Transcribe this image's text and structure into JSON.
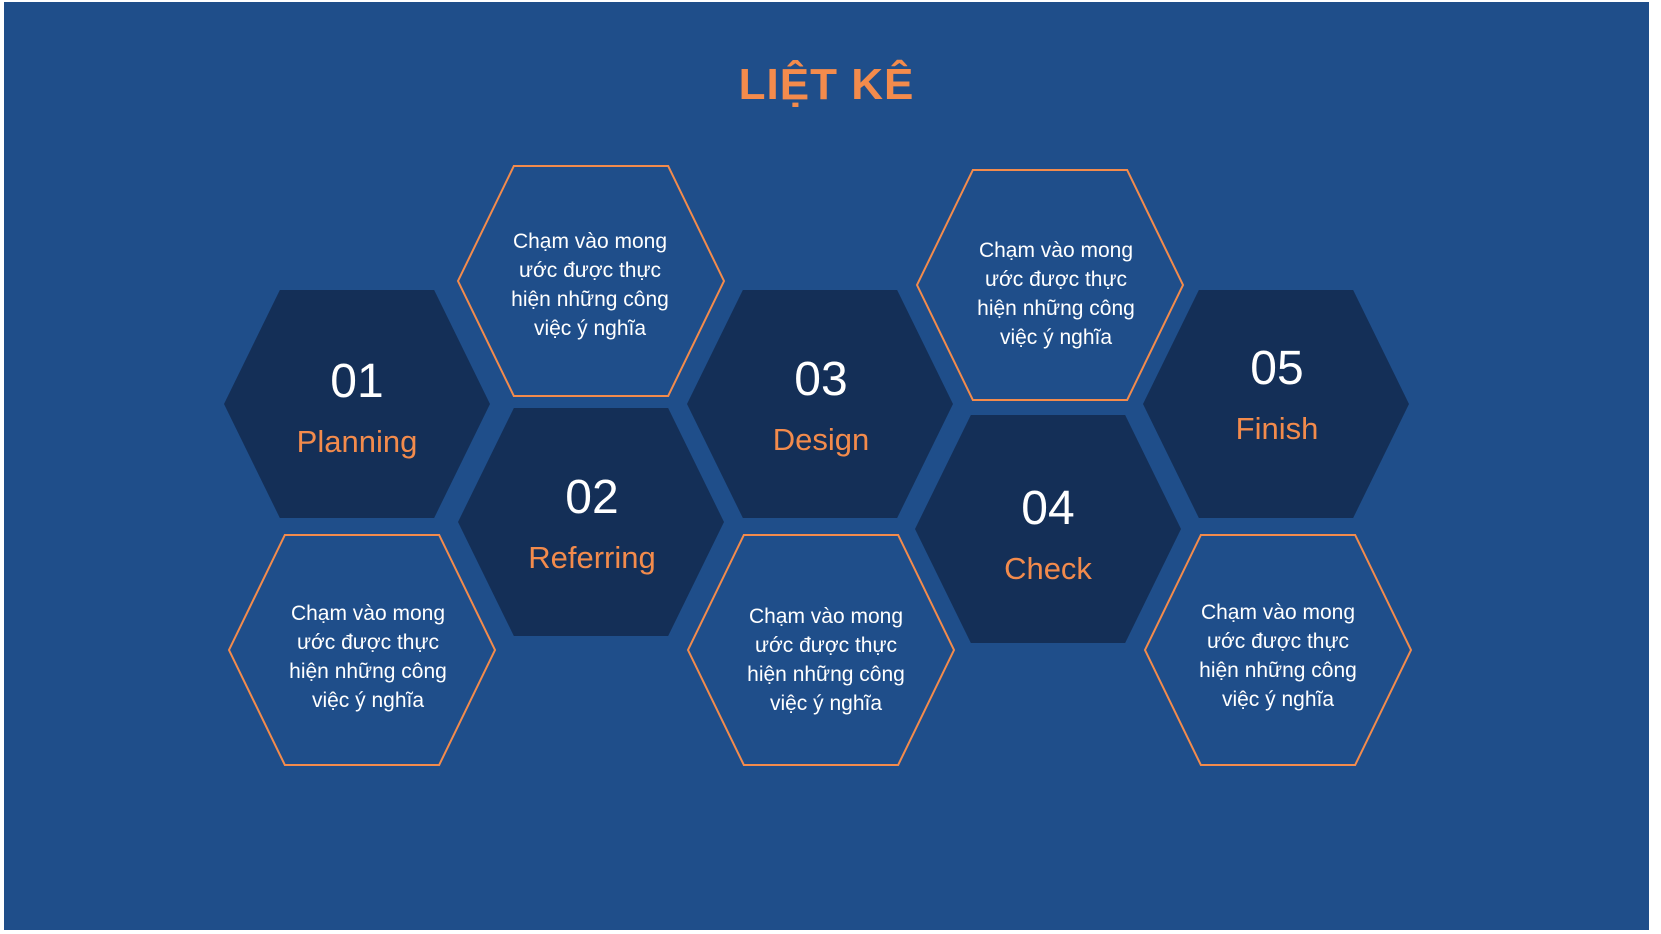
{
  "title": "LIỆT KÊ",
  "colors": {
    "background": "#1f4e8a",
    "hex_fill": "#142f57",
    "accent": "#f38b4c",
    "text": "#ffffff"
  },
  "steps": [
    {
      "number": "01",
      "label": "Planning",
      "description": [
        "Chạm vào mong",
        "ước được thực",
        "hiện những công",
        "việc ý nghĩa"
      ]
    },
    {
      "number": "02",
      "label": "Referring",
      "description": [
        "Chạm vào mong",
        "ước được thực",
        "hiện những công",
        "việc ý nghĩa"
      ]
    },
    {
      "number": "03",
      "label": "Design",
      "description": [
        "Chạm vào mong",
        "ước được thực",
        "hiện những công",
        "việc ý nghĩa"
      ]
    },
    {
      "number": "04",
      "label": "Check",
      "description": [
        "Chạm vào mong",
        "ước được thực",
        "hiện những công",
        "việc ý nghĩa"
      ]
    },
    {
      "number": "05",
      "label": "Finish",
      "description": [
        "Chạm vào mong",
        "ước được thực",
        "hiện những công",
        "việc ý nghĩa"
      ]
    }
  ]
}
